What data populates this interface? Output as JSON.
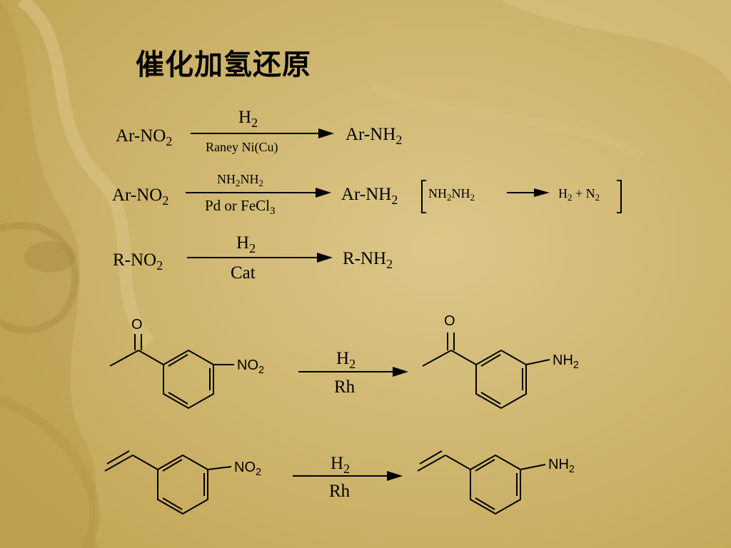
{
  "slide": {
    "title": "催化加氢还原",
    "background": "#c9b066"
  },
  "reactions": [
    {
      "reactant": {
        "text": "Ar-NO",
        "sub": "2"
      },
      "above": {
        "text": "H",
        "sub": "2",
        "tail": ""
      },
      "below": {
        "text": "Raney Ni(Cu)",
        "sub": "",
        "tail": ""
      },
      "product": {
        "text": "Ar-NH",
        "sub": "2"
      }
    },
    {
      "reactant": {
        "text": "Ar-NO",
        "sub": "2"
      },
      "above": {
        "text": "NH",
        "sub": "2",
        "tail": "NH",
        "sub2": "2"
      },
      "below": {
        "text": "Pd or FeCl",
        "sub": "3"
      },
      "product": {
        "text": "Ar-NH",
        "sub": "2"
      },
      "side_note": {
        "reactant": {
          "text": "NH",
          "sub": "2",
          "tail": "NH",
          "sub2": "2"
        },
        "product": {
          "h": "H",
          "hsub": "2",
          "plus": " + N",
          "nsub": "2"
        }
      }
    },
    {
      "reactant": {
        "text": "R-NO",
        "sub": "2"
      },
      "above": {
        "text": "H",
        "sub": "2"
      },
      "below": {
        "text": "Cat"
      },
      "product": {
        "text": "R-NH",
        "sub": "2"
      }
    },
    {
      "reactant": {
        "group": "NO",
        "sub": "2",
        "carbonyl_o": "O",
        "substituent": "acetyl"
      },
      "above": {
        "text": "H",
        "sub": "2"
      },
      "below": {
        "text": "Rh"
      },
      "product": {
        "group": "NH",
        "sub": "2",
        "carbonyl_o": "O",
        "substituent": "acetyl"
      }
    },
    {
      "reactant": {
        "group": "NO",
        "sub": "2",
        "substituent": "vinyl"
      },
      "above": {
        "text": "H",
        "sub": "2"
      },
      "below": {
        "text": "Rh"
      },
      "product": {
        "group": "NH",
        "sub": "2",
        "substituent": "vinyl"
      }
    }
  ]
}
